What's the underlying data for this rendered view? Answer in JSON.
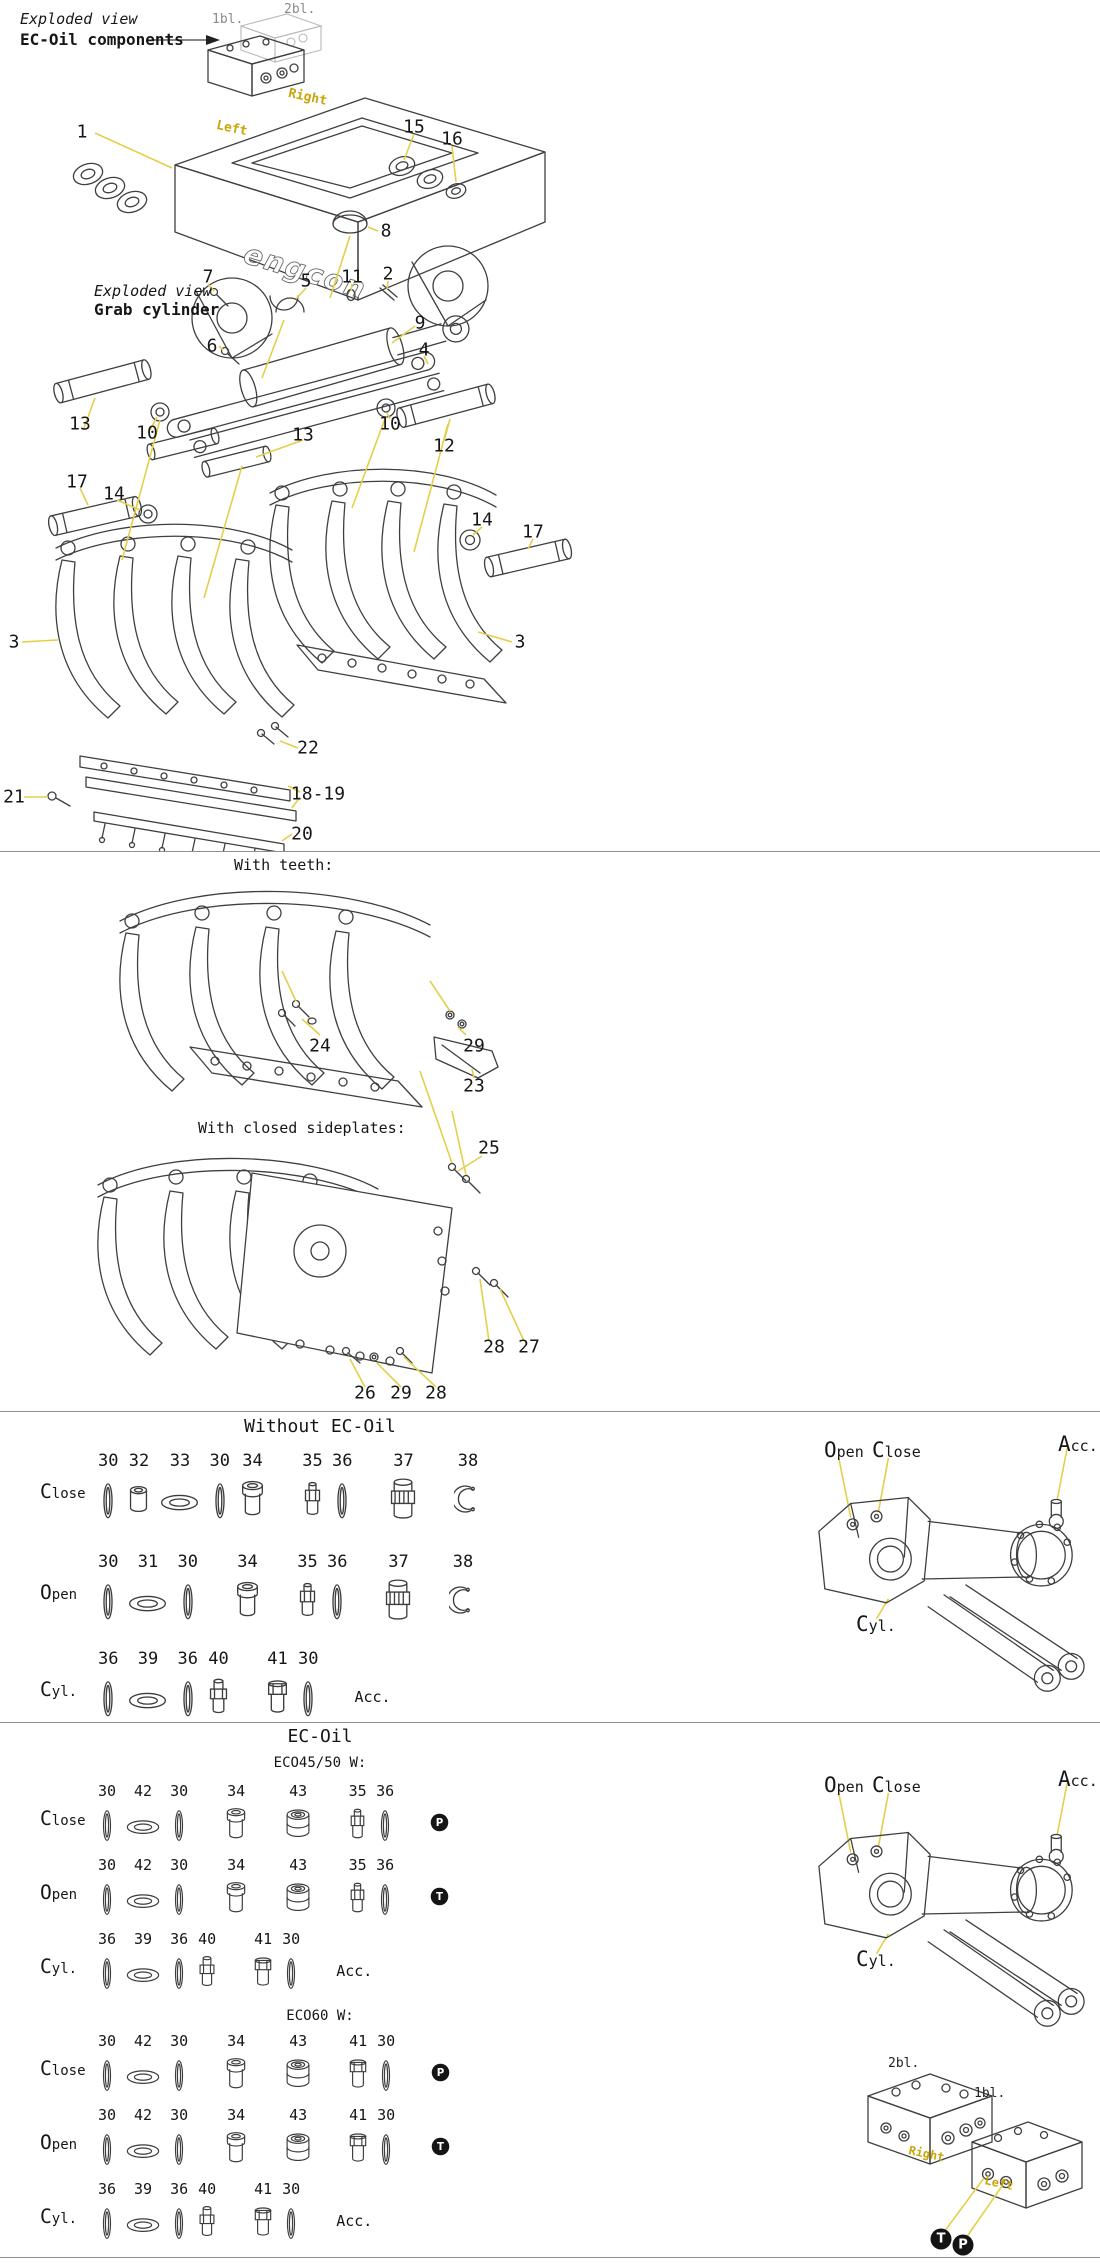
{
  "colors": {
    "line": "#3f3f3f",
    "ghost": "#b9b9b9",
    "accent_gold": "#c7a60b",
    "leader_yellow": "#e4cf4a",
    "badge_bg": "#141414"
  },
  "main": {
    "exploded_view": "Exploded view",
    "ec_oil_components": "EC-Oil components",
    "bl1": "1bl.",
    "bl2": "2bl.",
    "brand": "engcon",
    "right": "Right",
    "left": "Left",
    "grab_exploded_view": "Exploded view",
    "grab_cylinder": "Grab cylinder",
    "callouts": [
      "1",
      "15",
      "16",
      "8",
      "7",
      "5",
      "11",
      "2",
      "6",
      "9",
      "4",
      "13",
      "10",
      "13",
      "10",
      "12",
      "17",
      "14",
      "14",
      "17",
      "3",
      "3",
      "22",
      "18-19",
      "21",
      "20"
    ]
  },
  "variants": {
    "with_teeth": "With teeth:",
    "teeth_callouts": [
      "24",
      "29",
      "23"
    ],
    "with_closed_sideplates": "With closed sideplates:",
    "sideplate_callouts": [
      "25",
      "28",
      "27",
      "26",
      "29",
      "28"
    ]
  },
  "hydraulics_std": {
    "title": "Without EC-Oil",
    "rows": [
      {
        "label": "Close",
        "items": [
          {
            "n": "30",
            "icon": "oring"
          },
          {
            "n": "32",
            "icon": "bushing"
          },
          {
            "n": "33",
            "icon": "seal"
          },
          {
            "n": "30",
            "icon": "oring"
          },
          {
            "n": "34",
            "icon": "sleeve"
          },
          {
            "n": "35",
            "icon": "nipple",
            "gap": true
          },
          {
            "n": "36",
            "icon": "oring"
          },
          {
            "n": "37",
            "icon": "coupling",
            "gap": true
          },
          {
            "n": "38",
            "icon": "clip",
            "gap": true
          }
        ]
      },
      {
        "label": "Open",
        "items": [
          {
            "n": "30",
            "icon": "oring"
          },
          {
            "n": "31",
            "icon": "seal"
          },
          {
            "n": "30",
            "icon": "oring"
          },
          {
            "n": "34",
            "icon": "sleeve",
            "gap": true
          },
          {
            "n": "35",
            "icon": "nipple",
            "gap": true
          },
          {
            "n": "36",
            "icon": "oring"
          },
          {
            "n": "37",
            "icon": "coupling",
            "gap": true
          },
          {
            "n": "38",
            "icon": "clip",
            "gap": true
          }
        ]
      },
      {
        "label": "Cyl.",
        "items": [
          {
            "n": "36",
            "icon": "oring"
          },
          {
            "n": "39",
            "icon": "seal"
          },
          {
            "n": "36",
            "icon": "oring"
          },
          {
            "n": "40",
            "icon": "plug"
          },
          {
            "n": "41",
            "icon": "check",
            "gap": true
          },
          {
            "n": "30",
            "icon": "oring"
          },
          {
            "text": "Acc.",
            "gap": true
          }
        ]
      }
    ],
    "cyl_illustration": {
      "open": "Open",
      "close": "Close",
      "acc": "Acc.",
      "cyl": "Cyl."
    }
  },
  "hydraulics_ecoil": {
    "title": "EC-Oil",
    "eco4550_label": "ECO45/50 W:",
    "eco4550_rows": [
      {
        "label": "Close",
        "items": [
          {
            "n": "30",
            "icon": "oring"
          },
          {
            "n": "42",
            "icon": "seal"
          },
          {
            "n": "30",
            "icon": "oring"
          },
          {
            "n": "34",
            "icon": "sleeve",
            "gap": true
          },
          {
            "n": "43",
            "icon": "eco",
            "gap": true
          },
          {
            "n": "35",
            "icon": "nipple",
            "gap": true
          },
          {
            "n": "36",
            "icon": "oring"
          },
          {
            "icon": "badge",
            "letter": "P",
            "gap": true
          }
        ]
      },
      {
        "label": "Open",
        "items": [
          {
            "n": "30",
            "icon": "oring"
          },
          {
            "n": "42",
            "icon": "seal"
          },
          {
            "n": "30",
            "icon": "oring"
          },
          {
            "n": "34",
            "icon": "sleeve",
            "gap": true
          },
          {
            "n": "43",
            "icon": "eco",
            "gap": true
          },
          {
            "n": "35",
            "icon": "nipple",
            "gap": true
          },
          {
            "n": "36",
            "icon": "oring"
          },
          {
            "icon": "badge",
            "letter": "T",
            "gap": true
          }
        ]
      },
      {
        "label": "Cyl.",
        "items": [
          {
            "n": "36",
            "icon": "oring"
          },
          {
            "n": "39",
            "icon": "seal"
          },
          {
            "n": "36",
            "icon": "oring"
          },
          {
            "n": "40",
            "icon": "plug"
          },
          {
            "n": "41",
            "icon": "check",
            "gap": true
          },
          {
            "n": "30",
            "icon": "oring"
          },
          {
            "text": "Acc.",
            "gap": true
          }
        ]
      }
    ],
    "eco60_label": "ECO60 W:",
    "eco60_rows": [
      {
        "label": "Close",
        "items": [
          {
            "n": "30",
            "icon": "oring"
          },
          {
            "n": "42",
            "icon": "seal"
          },
          {
            "n": "30",
            "icon": "oring"
          },
          {
            "n": "34",
            "icon": "sleeve",
            "gap": true
          },
          {
            "n": "43",
            "icon": "eco",
            "gap": true
          },
          {
            "n": "41",
            "icon": "check",
            "gap": true
          },
          {
            "n": "30",
            "icon": "oring"
          },
          {
            "icon": "badge",
            "letter": "P",
            "gap": true
          }
        ]
      },
      {
        "label": "Open",
        "items": [
          {
            "n": "30",
            "icon": "oring"
          },
          {
            "n": "42",
            "icon": "seal"
          },
          {
            "n": "30",
            "icon": "oring"
          },
          {
            "n": "34",
            "icon": "sleeve",
            "gap": true
          },
          {
            "n": "43",
            "icon": "eco",
            "gap": true
          },
          {
            "n": "41",
            "icon": "check",
            "gap": true
          },
          {
            "n": "30",
            "icon": "oring"
          },
          {
            "icon": "badge",
            "letter": "T",
            "gap": true
          }
        ]
      },
      {
        "label": "Cyl.",
        "items": [
          {
            "n": "36",
            "icon": "oring"
          },
          {
            "n": "39",
            "icon": "seal"
          },
          {
            "n": "36",
            "icon": "oring"
          },
          {
            "n": "40",
            "icon": "plug"
          },
          {
            "n": "41",
            "icon": "check",
            "gap": true
          },
          {
            "n": "30",
            "icon": "oring"
          },
          {
            "text": "Acc.",
            "gap": true
          }
        ]
      }
    ],
    "cyl_illustration": {
      "open": "Open",
      "close": "Close",
      "acc": "Acc.",
      "cyl": "Cyl."
    },
    "blocks": {
      "bl2": "2bl.",
      "bl1": "1bl.",
      "right": "Right",
      "left": "Left",
      "t": "T",
      "p": "P"
    }
  }
}
